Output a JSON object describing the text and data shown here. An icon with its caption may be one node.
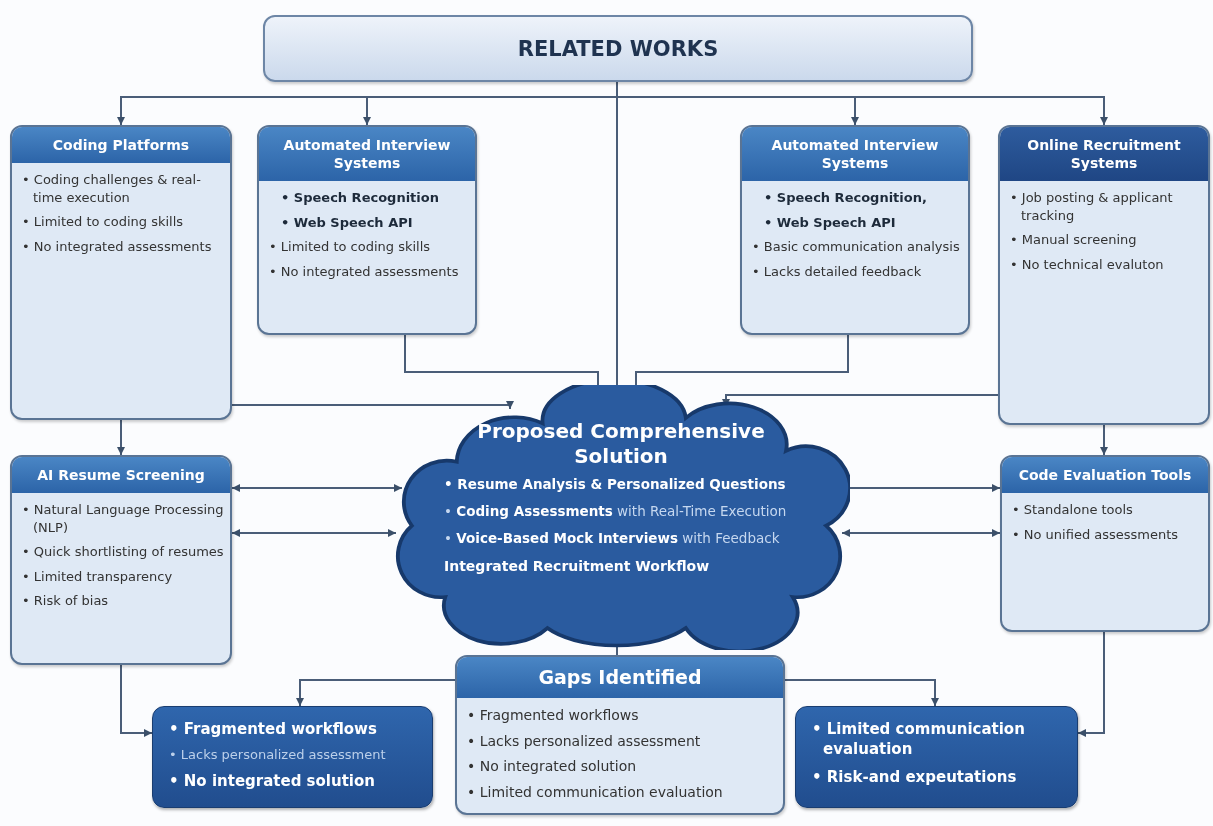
{
  "diagram": {
    "nodes": [
      {
        "text": [
          "RELATED WORKS"
        ]
      },
      {
        "text": [
          "Coding Platforms",
          "• Coding challenges & real-time execution",
          "• Limited to coding skills",
          "• No integrated assessments"
        ]
      },
      {
        "text": [
          "Automated Interview Systems",
          "• Speech Recognition",
          "• Web Speech API",
          "• Limited to coding skills",
          "• No integrated assessments"
        ]
      },
      {
        "text": [
          "Automated Interview Systems",
          "• Speech Recognition,",
          "• Web Speech API",
          "• Basic communication analysis",
          "• Lacks detailed feedback"
        ]
      },
      {
        "text": [
          "Online Recruitment Systems",
          "• Job posting & applicant tracking",
          "• Manual screening",
          "• No technical evaluton"
        ]
      },
      {
        "text": [
          "AI Resume Screening",
          "• Natural Language Processing (NLP)",
          "• Quick shortlisting of resumes",
          "• Limited transparency",
          "• Risk of bias"
        ]
      },
      {
        "text": [
          "Proposed Comprehensive Solution",
          "• Resume Analysis & Personalized Questions",
          "• **Coding Assessments** with Real-Time Execution",
          "• **Voice-Based Mock Interviews** with Feedback",
          "Integrated Recruitment Workflow"
        ]
      },
      {
        "text": [
          "Code Evaluation Tools",
          "• Standalone tools",
          "• No unified assessments"
        ]
      },
      {
        "text": [
          "• Fragmented workflows",
          "• Lacks personalized assessment",
          "• No integrated solution"
        ]
      },
      {
        "text": [
          "Gaps Identified",
          "• Fragmented workflows",
          "• Lacks personalized assessment",
          "• No integrated solution",
          "• Limited communication evaluation"
        ]
      },
      {
        "text": [
          "• Limited communication evaluation",
          "• Risk-and expeutations"
        ]
      }
    ],
    "edges": [
      {
        "from": 0,
        "to": 1,
        "arrow": "to"
      },
      {
        "from": 0,
        "to": 2,
        "arrow": "to"
      },
      {
        "from": 0,
        "to": 3,
        "arrow": "to"
      },
      {
        "from": 0,
        "to": 4,
        "arrow": "to"
      },
      {
        "from": 0,
        "to": 6,
        "arrow": "to"
      },
      {
        "from": 1,
        "to": 6,
        "arrow": "to"
      },
      {
        "from": 2,
        "to": 6,
        "arrow": "to"
      },
      {
        "from": 3,
        "to": 6,
        "arrow": "to"
      },
      {
        "from": 4,
        "to": 6,
        "arrow": "to"
      },
      {
        "from": 1,
        "to": 5,
        "arrow": "to"
      },
      {
        "from": 4,
        "to": 7,
        "arrow": "to"
      },
      {
        "from": 5,
        "to": 6,
        "arrow": "both"
      },
      {
        "from": 5,
        "to": 6,
        "arrow": "both"
      },
      {
        "from": 7,
        "to": 6,
        "arrow": "both"
      },
      {
        "from": 7,
        "to": 6,
        "arrow": "both"
      },
      {
        "from": 5,
        "to": 8,
        "arrow": "to"
      },
      {
        "from": 7,
        "to": 10,
        "arrow": "to"
      },
      {
        "from": 9,
        "to": 6,
        "arrow": "to"
      },
      {
        "from": 9,
        "to": 8,
        "arrow": "to"
      },
      {
        "from": 9,
        "to": 10,
        "arrow": "to"
      }
    ]
  }
}
